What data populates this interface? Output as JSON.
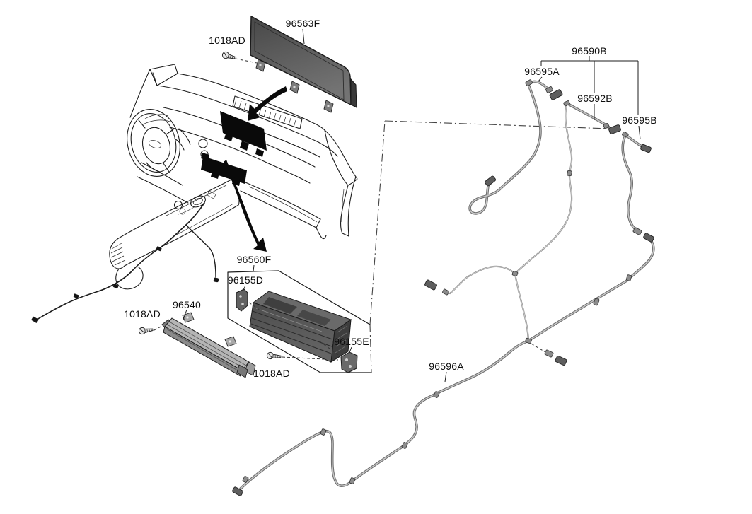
{
  "diagram": {
    "kind": "vehicle-audio-parts-diagram",
    "background_color": "#ffffff",
    "line_color": "#1c1c1c",
    "cable_color": "#8a8a8a",
    "panel_fill": "#5f5f5f",
    "labels": [
      {
        "id": "96563F",
        "text": "96563F"
      },
      {
        "id": "1018AD-top",
        "text": "1018AD"
      },
      {
        "id": "96590B",
        "text": "96590B"
      },
      {
        "id": "96595A",
        "text": "96595A"
      },
      {
        "id": "96592B",
        "text": "96592B"
      },
      {
        "id": "96595B",
        "text": "96595B"
      },
      {
        "id": "96560F",
        "text": "96560F"
      },
      {
        "id": "96155D",
        "text": "96155D"
      },
      {
        "id": "96540",
        "text": "96540"
      },
      {
        "id": "1018AD-left",
        "text": "1018AD"
      },
      {
        "id": "96155E",
        "text": "96155E"
      },
      {
        "id": "1018AD-bottom",
        "text": "1018AD"
      },
      {
        "id": "96596A",
        "text": "96596A"
      }
    ],
    "label_groups": [
      {
        "parent": "96590B",
        "children": [
          "96595A",
          "96592B",
          "96595B"
        ]
      }
    ]
  }
}
